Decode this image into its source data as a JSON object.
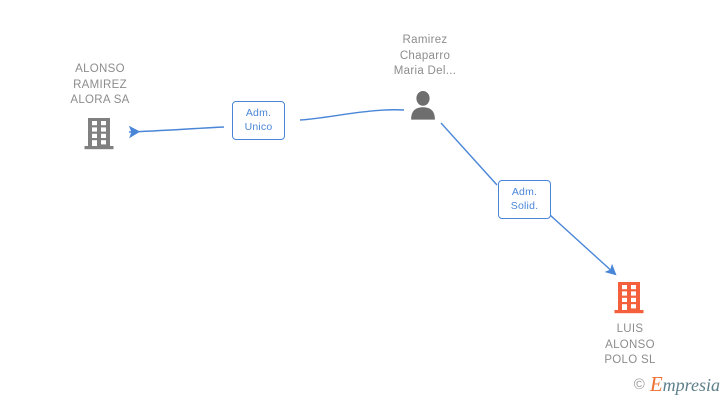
{
  "diagram": {
    "type": "corporate-relationship-graph",
    "background_color": "#ffffff",
    "accent_color": "#4a86d8",
    "company_active_color": "#f4603c",
    "company_inactive_color": "#808080",
    "person_color": "#6e6e6e",
    "label_color": "#8d8d8d",
    "nodes": [
      {
        "id": "alonso-ramirez-alora-sa",
        "kind": "company",
        "icon": "building-icon",
        "label": "ALONSO\nRAMIREZ\nALORA SA",
        "color": "#808080",
        "label_position": "above"
      },
      {
        "id": "ramirez-chaparro-maria-del",
        "kind": "person",
        "icon": "person-icon",
        "label": "Ramirez\nChaparro\nMaria Del...",
        "color": "#6e6e6e",
        "label_position": "above"
      },
      {
        "id": "luis-alonso-polo-sl",
        "kind": "company",
        "icon": "building-icon",
        "label": "LUIS\nALONSO\nPOLO SL",
        "color": "#f4603c",
        "label_position": "below"
      }
    ],
    "edges": [
      {
        "id": "edge-adm-unico",
        "from": "ramirez-chaparro-maria-del",
        "to": "alonso-ramirez-alora-sa",
        "label": "Adm.\nUnico",
        "color": "#4a86d8",
        "direction": "left"
      },
      {
        "id": "edge-adm-solid",
        "from": "ramirez-chaparro-maria-del",
        "to": "luis-alonso-polo-sl",
        "label": "Adm.\nSolid.",
        "color": "#4a86d8",
        "direction": "down-right"
      }
    ]
  },
  "watermark": {
    "copyright_symbol": "©",
    "brand_initial": "E",
    "brand_rest": "mpresia",
    "brand_full": "Empresia"
  }
}
